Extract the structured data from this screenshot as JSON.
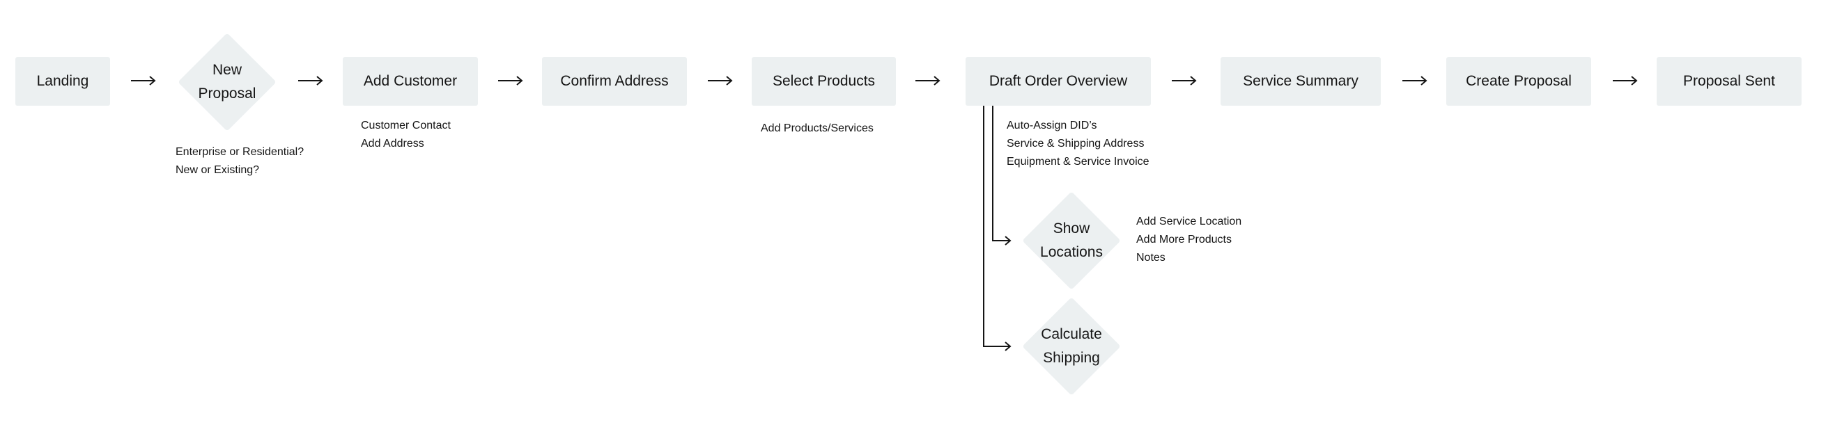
{
  "flow": {
    "landing": "Landing",
    "new_proposal": [
      "New",
      "Proposal"
    ],
    "add_customer": "Add Customer",
    "confirm_address": "Confirm Address",
    "select_products": "Select Products",
    "draft_order_overview": "Draft Order Overview",
    "service_summary": "Service Summary",
    "create_proposal": "Create Proposal",
    "proposal_sent": "Proposal Sent"
  },
  "branches": {
    "show_locations": [
      "Show",
      "Locations"
    ],
    "calculate_shipping": [
      "Calculate",
      "Shipping"
    ]
  },
  "notes": {
    "new_proposal": [
      "Enterprise or Residential?",
      "New or Existing?"
    ],
    "add_customer": [
      "Customer Contact",
      "Add Address"
    ],
    "select_products": [
      "Add Products/Services"
    ],
    "draft_order_overview": [
      "Auto-Assign DID’s",
      "Service & Shipping Address",
      "Equipment & Service Invoice"
    ],
    "show_locations": [
      "Add Service Location",
      "Add More Products",
      "Notes"
    ]
  },
  "colors": {
    "node_fill": "#ecf0f1",
    "line": "#151515"
  }
}
